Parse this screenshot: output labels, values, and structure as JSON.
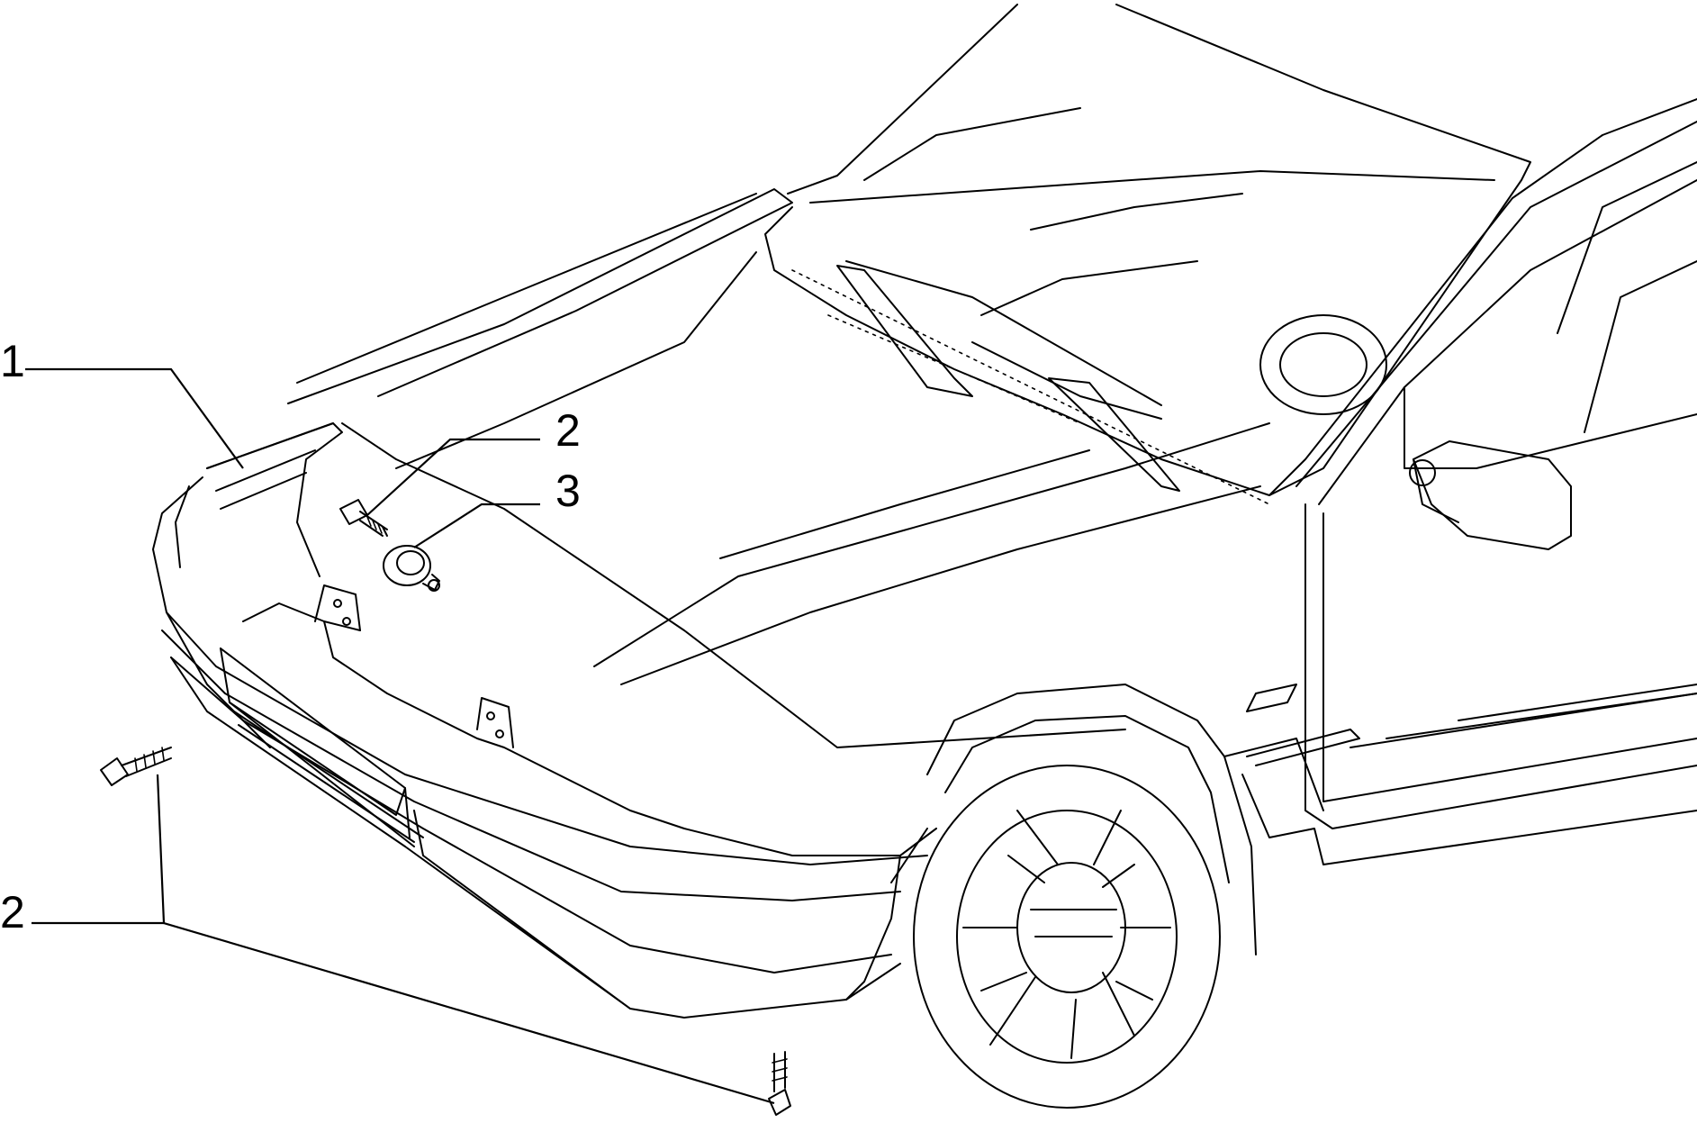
{
  "diagram": {
    "callouts": [
      {
        "id": "bumper",
        "label": "1"
      },
      {
        "id": "screw-top",
        "label": "2"
      },
      {
        "id": "spring-nut",
        "label": "3"
      },
      {
        "id": "screw-bottom",
        "label": "2"
      }
    ]
  },
  "colors": {
    "line": "#000000",
    "background": "#ffffff"
  }
}
